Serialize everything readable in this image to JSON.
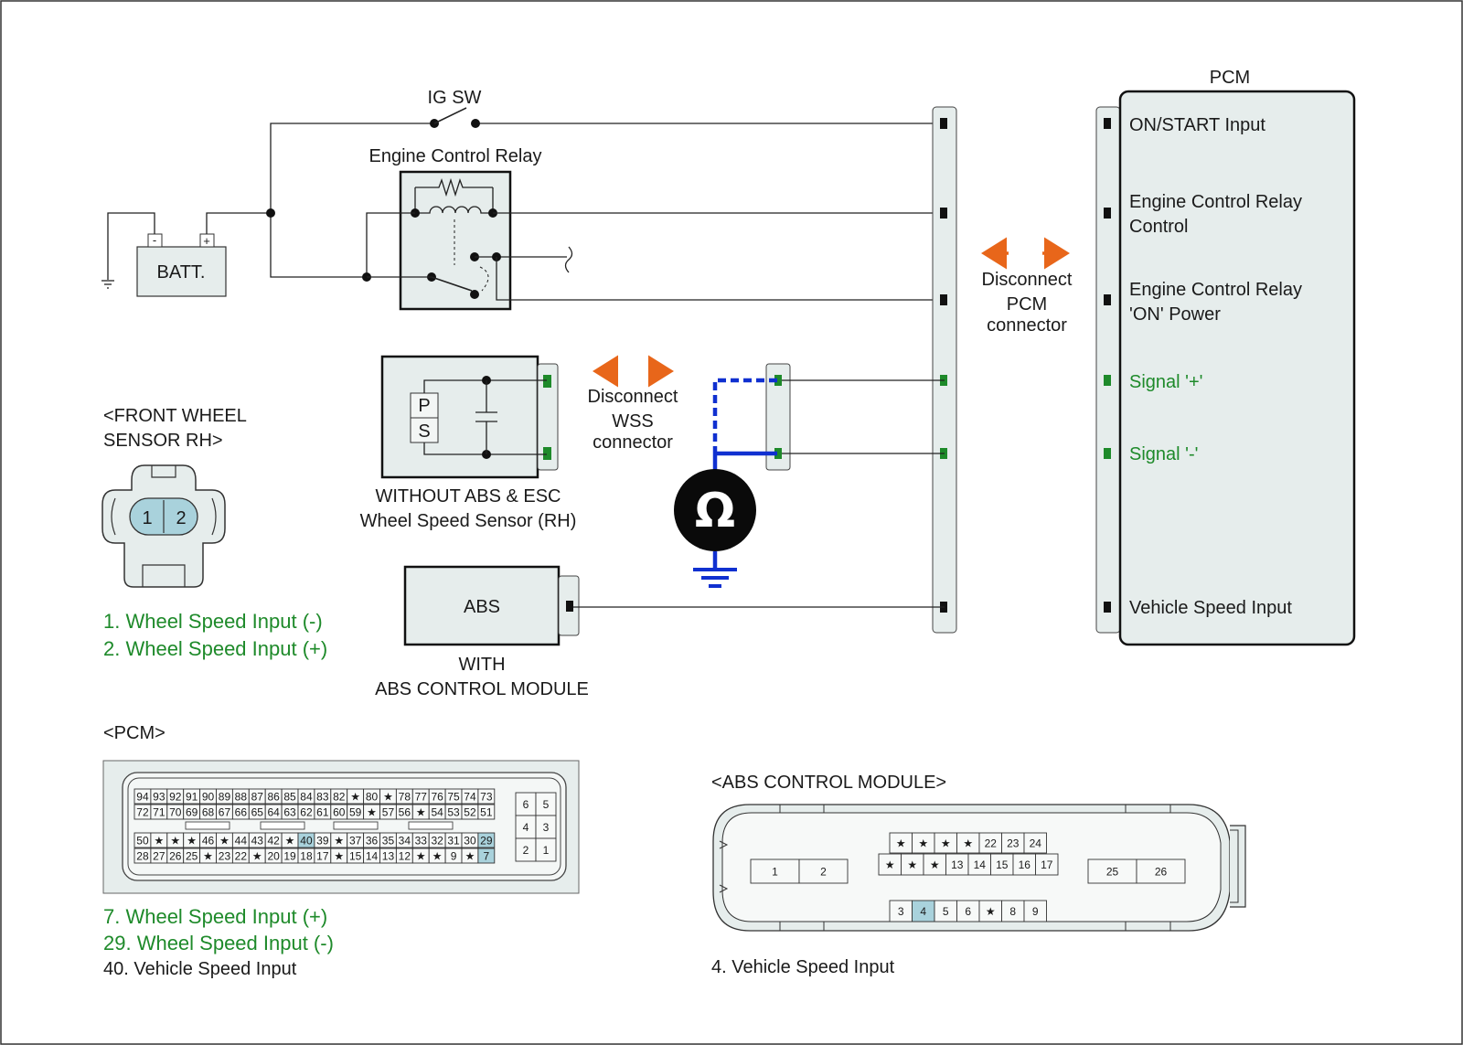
{
  "battery": {
    "label": "BATT.",
    "neg": "-",
    "pos": "+"
  },
  "ig_switch": {
    "label": "IG SW"
  },
  "relay": {
    "label": "Engine Control Relay"
  },
  "pcm_box": {
    "title": "PCM",
    "pins": [
      {
        "label_lines": [
          "ON/START Input"
        ],
        "color": "black"
      },
      {
        "label_lines": [
          "Engine Control Relay",
          "Control"
        ],
        "color": "black"
      },
      {
        "label_lines": [
          "Engine Control Relay",
          "'ON' Power"
        ],
        "color": "black"
      },
      {
        "label_lines": [
          "Signal '+'"
        ],
        "color": "green"
      },
      {
        "label_lines": [
          "Signal '-'"
        ],
        "color": "green"
      },
      {
        "label_lines": [
          "Vehicle Speed Input"
        ],
        "color": "black"
      }
    ]
  },
  "disconnect_pcm": {
    "lines": [
      "Disconnect",
      "PCM",
      "connector"
    ]
  },
  "disconnect_wss": {
    "lines": [
      "Disconnect",
      "WSS",
      "connector"
    ]
  },
  "sensor": {
    "p": "P",
    "s": "S",
    "caption": [
      "WITHOUT ABS & ESC",
      "Wheel Speed Sensor (RH)"
    ]
  },
  "abs_box": {
    "label": "ABS",
    "caption": [
      "WITH",
      "ABS CONTROL MODULE"
    ]
  },
  "ohmmeter": {
    "symbol": "Ω"
  },
  "front_wheel": {
    "title": [
      "<FRONT WHEEL",
      "SENSOR RH>"
    ],
    "pins": [
      "1",
      "2"
    ],
    "legend": [
      "1. Wheel Speed Input (-)",
      "2. Wheel Speed Input (+)"
    ]
  },
  "pcm_connector": {
    "title": "<PCM>",
    "row1": [
      "94",
      "93",
      "92",
      "91",
      "90",
      "89",
      "88",
      "87",
      "86",
      "85",
      "84",
      "83",
      "82",
      "★",
      "80",
      "★",
      "78",
      "77",
      "76",
      "75",
      "74",
      "73"
    ],
    "row2": [
      "72",
      "71",
      "70",
      "69",
      "68",
      "67",
      "66",
      "65",
      "64",
      "63",
      "62",
      "61",
      "60",
      "59",
      "★",
      "57",
      "56",
      "★",
      "54",
      "53",
      "52",
      "51"
    ],
    "row3": [
      "50",
      "★",
      "★",
      "★",
      "46",
      "★",
      "44",
      "43",
      "42",
      "★",
      "40",
      "39",
      "★",
      "37",
      "36",
      "35",
      "34",
      "33",
      "32",
      "31",
      "30",
      "29"
    ],
    "row4": [
      "28",
      "27",
      "26",
      "25",
      "★",
      "23",
      "22",
      "★",
      "20",
      "19",
      "18",
      "17",
      "★",
      "15",
      "14",
      "13",
      "12",
      "★",
      "★",
      "9",
      "★",
      "7"
    ],
    "aux": [
      [
        "6",
        "5"
      ],
      [
        "4",
        "3"
      ],
      [
        "2",
        "1"
      ]
    ],
    "highlight": [
      "40",
      "29",
      "7"
    ],
    "legend": [
      {
        "text": "7. Wheel Speed Input (+)",
        "color": "green"
      },
      {
        "text": "29. Wheel Speed Input (-)",
        "color": "green"
      },
      {
        "text": "40. Vehicle Speed Input",
        "color": "black"
      }
    ]
  },
  "abs_connector": {
    "title": "<ABS CONTROL MODULE>",
    "left": [
      "1",
      "2"
    ],
    "right": [
      "25",
      "26"
    ],
    "top": [
      "★",
      "★",
      "★",
      "★",
      "22",
      "23",
      "24"
    ],
    "mid": [
      "★",
      "★",
      "★",
      "13",
      "14",
      "15",
      "16",
      "17"
    ],
    "bottom": [
      "3",
      "4",
      "5",
      "6",
      "★",
      "8",
      "9"
    ],
    "highlight": [
      "4"
    ],
    "legend": [
      "4. Vehicle Speed Input"
    ]
  },
  "colors": {
    "accent_orange": "#e8661a",
    "measure_blue": "#1030d0",
    "signal_green": "#1e8a2a",
    "highlight_cell": "#a9d2dc",
    "panel": "#e6edec"
  }
}
